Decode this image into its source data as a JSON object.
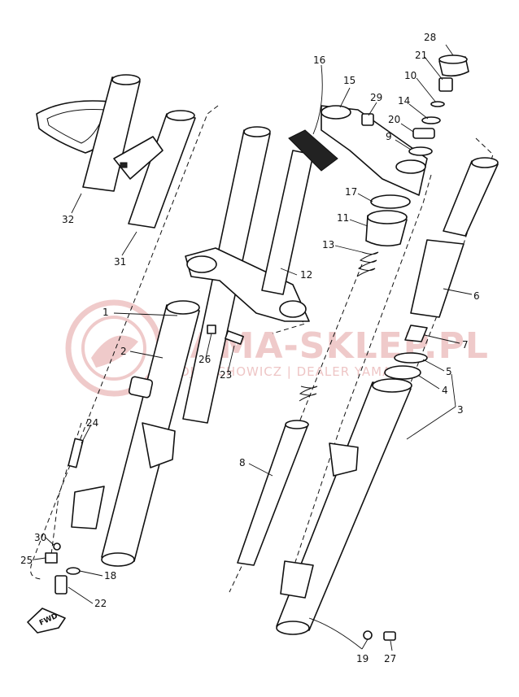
{
  "watermark": {
    "brand": "YAMA-SKLEP.PL",
    "sub": "WOJCIECHOWICZ | DEALER YAMAHA",
    "color": "#e3a0a0"
  },
  "direction_marker": {
    "label": "FWD"
  },
  "callouts": [
    {
      "id": "28",
      "label": "28"
    },
    {
      "id": "21",
      "label": "21"
    },
    {
      "id": "10",
      "label": "10"
    },
    {
      "id": "14",
      "label": "14"
    },
    {
      "id": "20",
      "label": "20"
    },
    {
      "id": "9",
      "label": "9"
    },
    {
      "id": "16",
      "label": "16"
    },
    {
      "id": "15",
      "label": "15"
    },
    {
      "id": "29",
      "label": "29"
    },
    {
      "id": "17",
      "label": "17"
    },
    {
      "id": "11",
      "label": "11"
    },
    {
      "id": "13",
      "label": "13"
    },
    {
      "id": "12",
      "label": "12"
    },
    {
      "id": "32",
      "label": "32"
    },
    {
      "id": "31",
      "label": "31"
    },
    {
      "id": "1",
      "label": "1"
    },
    {
      "id": "2",
      "label": "2"
    },
    {
      "id": "26",
      "label": "26"
    },
    {
      "id": "23",
      "label": "23"
    },
    {
      "id": "6",
      "label": "6"
    },
    {
      "id": "7",
      "label": "7"
    },
    {
      "id": "5",
      "label": "5"
    },
    {
      "id": "4",
      "label": "4"
    },
    {
      "id": "3",
      "label": "3"
    },
    {
      "id": "24",
      "label": "24"
    },
    {
      "id": "8",
      "label": "8"
    },
    {
      "id": "30",
      "label": "30"
    },
    {
      "id": "25",
      "label": "25"
    },
    {
      "id": "18",
      "label": "18"
    },
    {
      "id": "22",
      "label": "22"
    },
    {
      "id": "19",
      "label": "19"
    },
    {
      "id": "27",
      "label": "27"
    }
  ]
}
